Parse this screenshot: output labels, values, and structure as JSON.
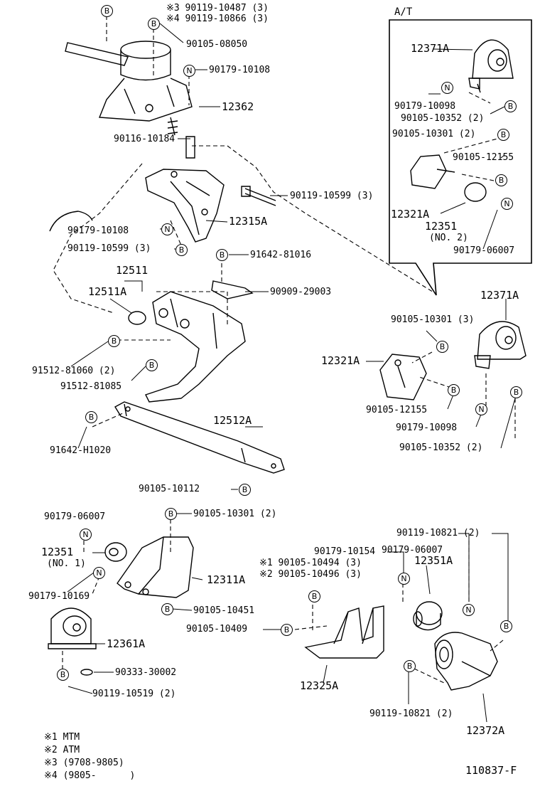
{
  "diagram_title": "",
  "figure_id": "110837-F",
  "at_label": "A/T",
  "bubbles": {
    "bolt": "B",
    "nut": "N"
  },
  "labels": {
    "p1": "※3 90119-10487 (3)",
    "p2": "※4 90119-10866 (3)",
    "p3": "90105-08050",
    "p4": "90179-10108",
    "p5": "12362",
    "p6": "90116-10184",
    "p7": "90119-10599 (3)",
    "p8": "90179-10108",
    "p9": "12315A",
    "p10": "90119-10599 (3)",
    "p11": "91642-81016",
    "p12": "12511",
    "p13": "12511A",
    "p14": "90909-29003",
    "p15": "91512-81060 (2)",
    "p16": "91512-81085",
    "p17": "12512A",
    "p18": "91642-H1020",
    "p19": "90105-10112",
    "p20": "90179-06007",
    "p21": "90105-10301 (2)",
    "p22": "12351",
    "p23": "(NO. 1)",
    "p24": "90179-10169",
    "p25": "12311A",
    "p26": "90105-10451",
    "p27": "12361A",
    "p28": "90333-30002",
    "p29": "90119-10519 (2)",
    "p30": "90179-10154",
    "p31": "※1 90105-10494 (3)",
    "p32": "※2 90105-10496 (3)",
    "p33": "90105-10409",
    "p34": "12325A",
    "p35": "90119-10821 (2)",
    "p36": "90179-06007",
    "p37": "12351A",
    "p38": "90119-10821 (2)",
    "p39": "12372A",
    "p40": "12371A",
    "p41": "90179-10098",
    "p42": "90105-10352 (2)",
    "p43": "90105-10301 (2)",
    "p44": "90105-12155",
    "p45": "12321A",
    "p46": "12351",
    "p47": "(NO. 2)",
    "p48": "90179-06007",
    "p49": "12371A",
    "p50": "90105-10301 (3)",
    "p51": "12321A",
    "p52": "90105-12155",
    "p53": "90179-10098",
    "p54": "90105-10352 (2)"
  },
  "legend": [
    {
      "mark": "※1",
      "text": "MTM"
    },
    {
      "mark": "※2",
      "text": "ATM"
    },
    {
      "mark": "※3",
      "text": "(9708-9805)"
    },
    {
      "mark": "※4",
      "text": "(9805-      )"
    }
  ],
  "colors": {
    "ink": "#000000",
    "paper": "#ffffff"
  }
}
